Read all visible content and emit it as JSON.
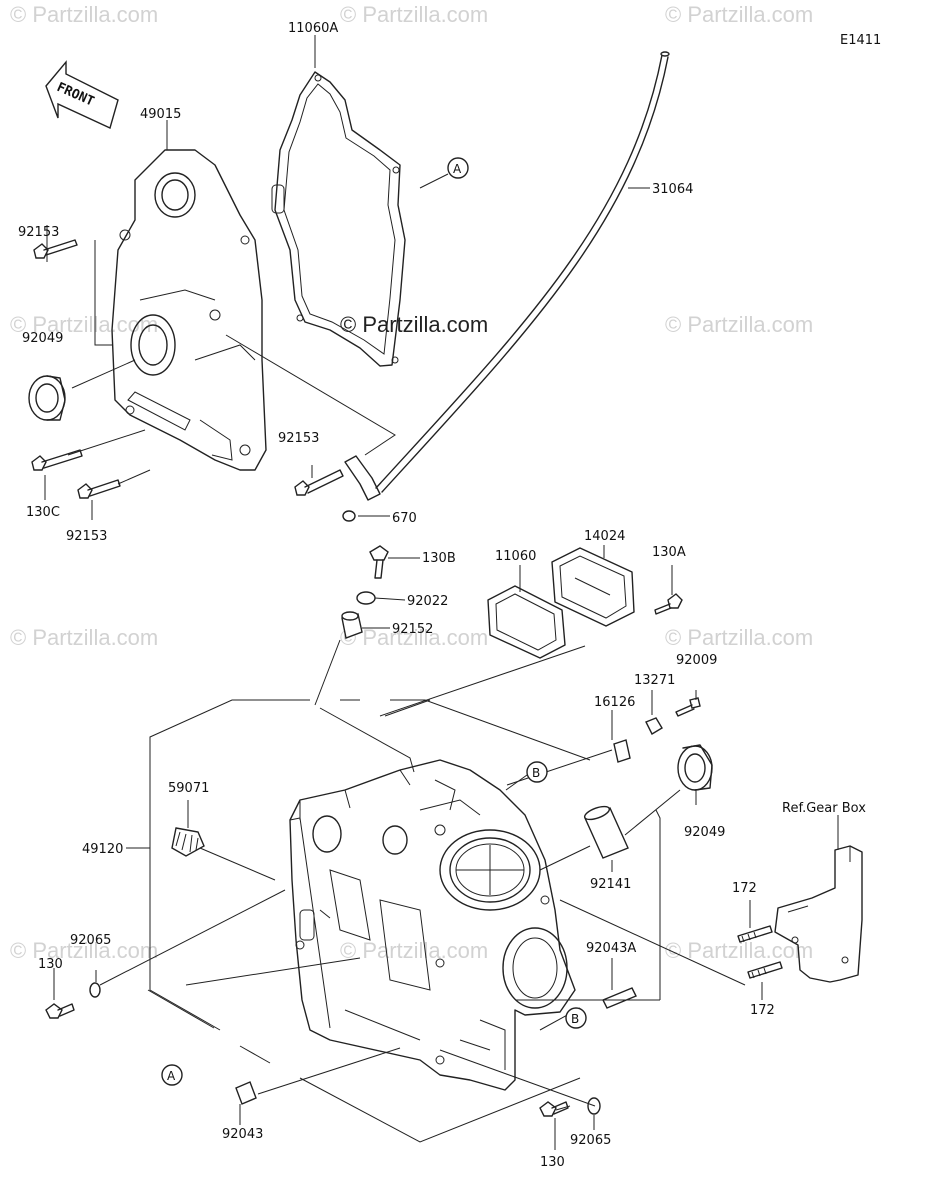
{
  "diagram_code": "E1411",
  "watermark": "© Partzilla.com",
  "front_label": "FRONT",
  "ref_label": "Ref.Gear Box",
  "callouts": {
    "a": "A",
    "b": "B"
  },
  "parts": {
    "p11060A": "11060A",
    "p49015": "49015",
    "p31064": "31064",
    "p92153_top": "92153",
    "p92049_left": "92049",
    "p92153_mid": "92153",
    "p130C": "130C",
    "p92153_bot": "92153",
    "p670": "670",
    "p130B": "130B",
    "p92022": "92022",
    "p92152": "92152",
    "p11060": "11060",
    "p14024": "14024",
    "p130A": "130A",
    "p92009": "92009",
    "p13271": "13271",
    "p16126": "16126",
    "p59071": "59071",
    "p49120": "49120",
    "p92049_right": "92049",
    "p92141": "92141",
    "p172_top": "172",
    "p172_bot": "172",
    "p92065_left": "92065",
    "p130_left": "130",
    "p92043A": "92043A",
    "p92043": "92043",
    "p92065_bot": "92065",
    "p130_bot": "130"
  }
}
